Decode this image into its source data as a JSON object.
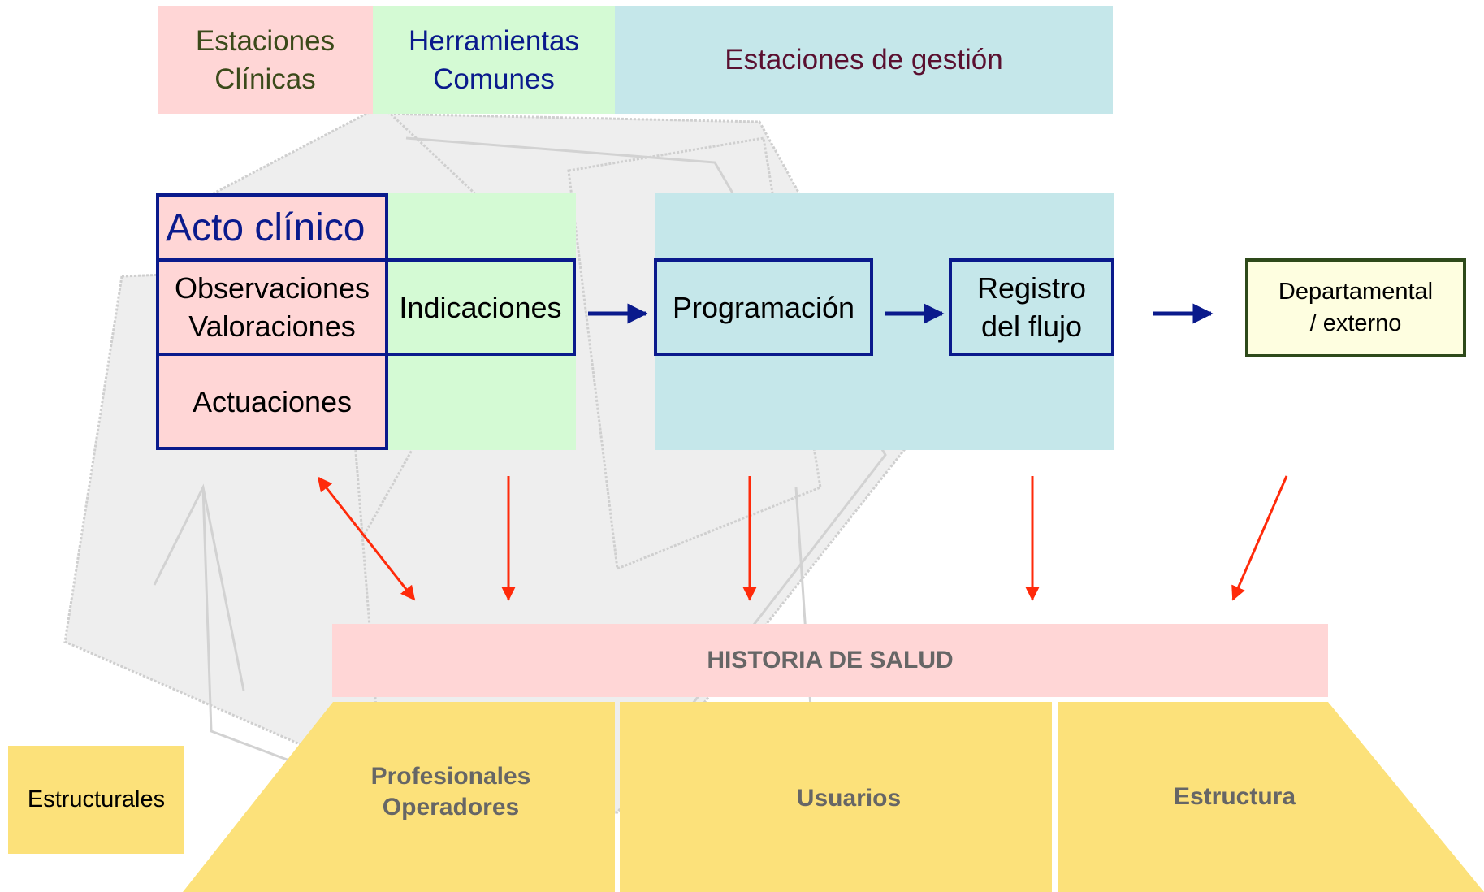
{
  "header": {
    "clinical": "Estaciones\nClínicas",
    "common_tools": "Herramientas\nComunes",
    "management": "Estaciones de gestión"
  },
  "flow": {
    "acto_clinico": "Acto clínico",
    "observaciones": "Observaciones\nValoraciones",
    "actuaciones": "Actuaciones",
    "indicaciones": "Indicaciones",
    "programacion": "Programación",
    "registro": "Registro\ndel flujo",
    "departamental": "Departamental\n/ externo"
  },
  "historia": "HISTORIA DE SALUD",
  "estructurales": {
    "label": "Estructurales",
    "profesionales": "Profesionales\nOperadores",
    "usuarios": "Usuarios",
    "estructura": "Estructura"
  },
  "colors": {
    "pink": "#ffd6d6",
    "green": "#d4fad4",
    "cyan": "#c5e7ea",
    "yellow": "#fce17a",
    "dark_blue": "#0a1a8c",
    "red_arrow": "#ff2a0a",
    "olive": "#2e4a1a"
  }
}
